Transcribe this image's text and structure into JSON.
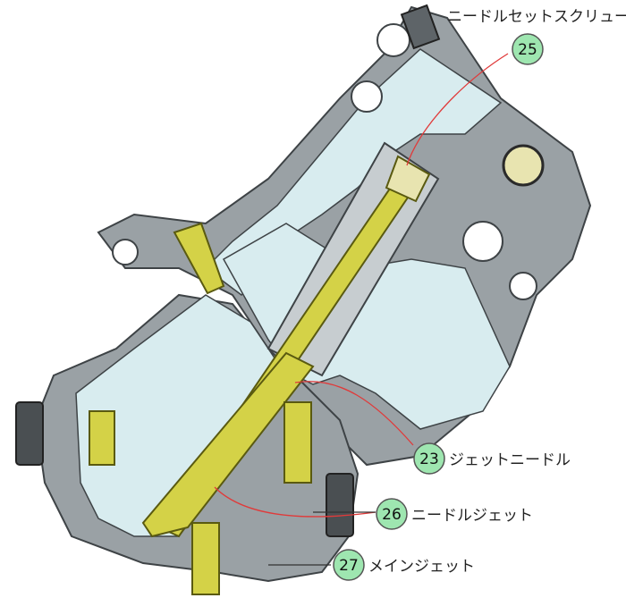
{
  "colors": {
    "casting": "#9aa1a5",
    "casting_dark": "#5e6468",
    "chamber": "#d8ecef",
    "needle": "#d4d247",
    "needle_dark": "#5a5a10",
    "badge": "#9ee6b0",
    "leader": "#e03a3a"
  },
  "callouts": [
    {
      "number": "25",
      "label": "ニードルセットスクリュー"
    },
    {
      "number": "23",
      "label": "ジェットニードル"
    },
    {
      "number": "26",
      "label": "ニードルジェット"
    },
    {
      "number": "27",
      "label": "メインジェット"
    }
  ],
  "icons": [
    "set-screw-icon",
    "jet-needle-icon",
    "needle-jet-icon",
    "main-jet-icon"
  ]
}
